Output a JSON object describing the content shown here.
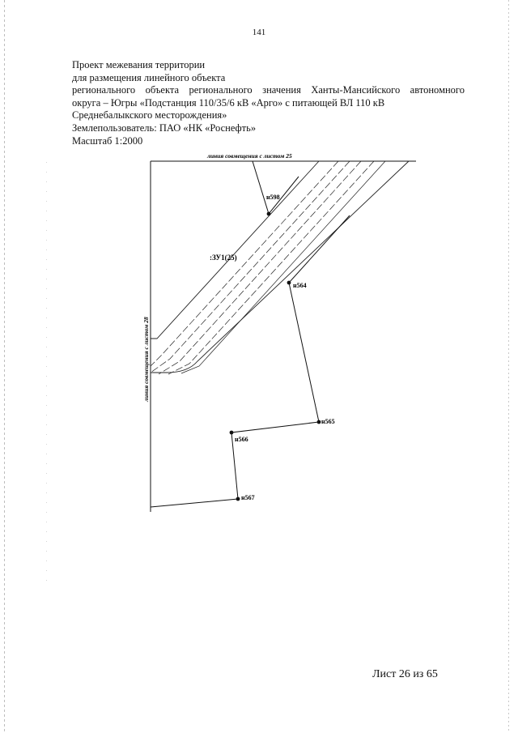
{
  "page": {
    "number": "141"
  },
  "header": {
    "line1": "Проект межевания территории",
    "line2": "для размещения линейного объекта",
    "line3": "регионального объекта регионального значения Ханты-Мансийского автономного",
    "line4": "округа – Югры «Подстанция 110/35/6 кВ «Арго» с питающей ВЛ 110 кВ",
    "line5": "Среднебалыкского месторождения»",
    "line6": "Землепользователь: ПАО «НК «Роснефть»",
    "line7": "Масштаб 1:2000"
  },
  "map": {
    "top_label": "линия совмещения с листом  25",
    "left_label": "линия совмещения с листом 28",
    "parcel_label": ":ЗУ1(25)",
    "points": {
      "n598": "н598",
      "n564": "н564",
      "n565": "н565",
      "n566": "н566",
      "n567": "н567"
    }
  },
  "footer": {
    "sheet": "Лист 26 из 65"
  }
}
